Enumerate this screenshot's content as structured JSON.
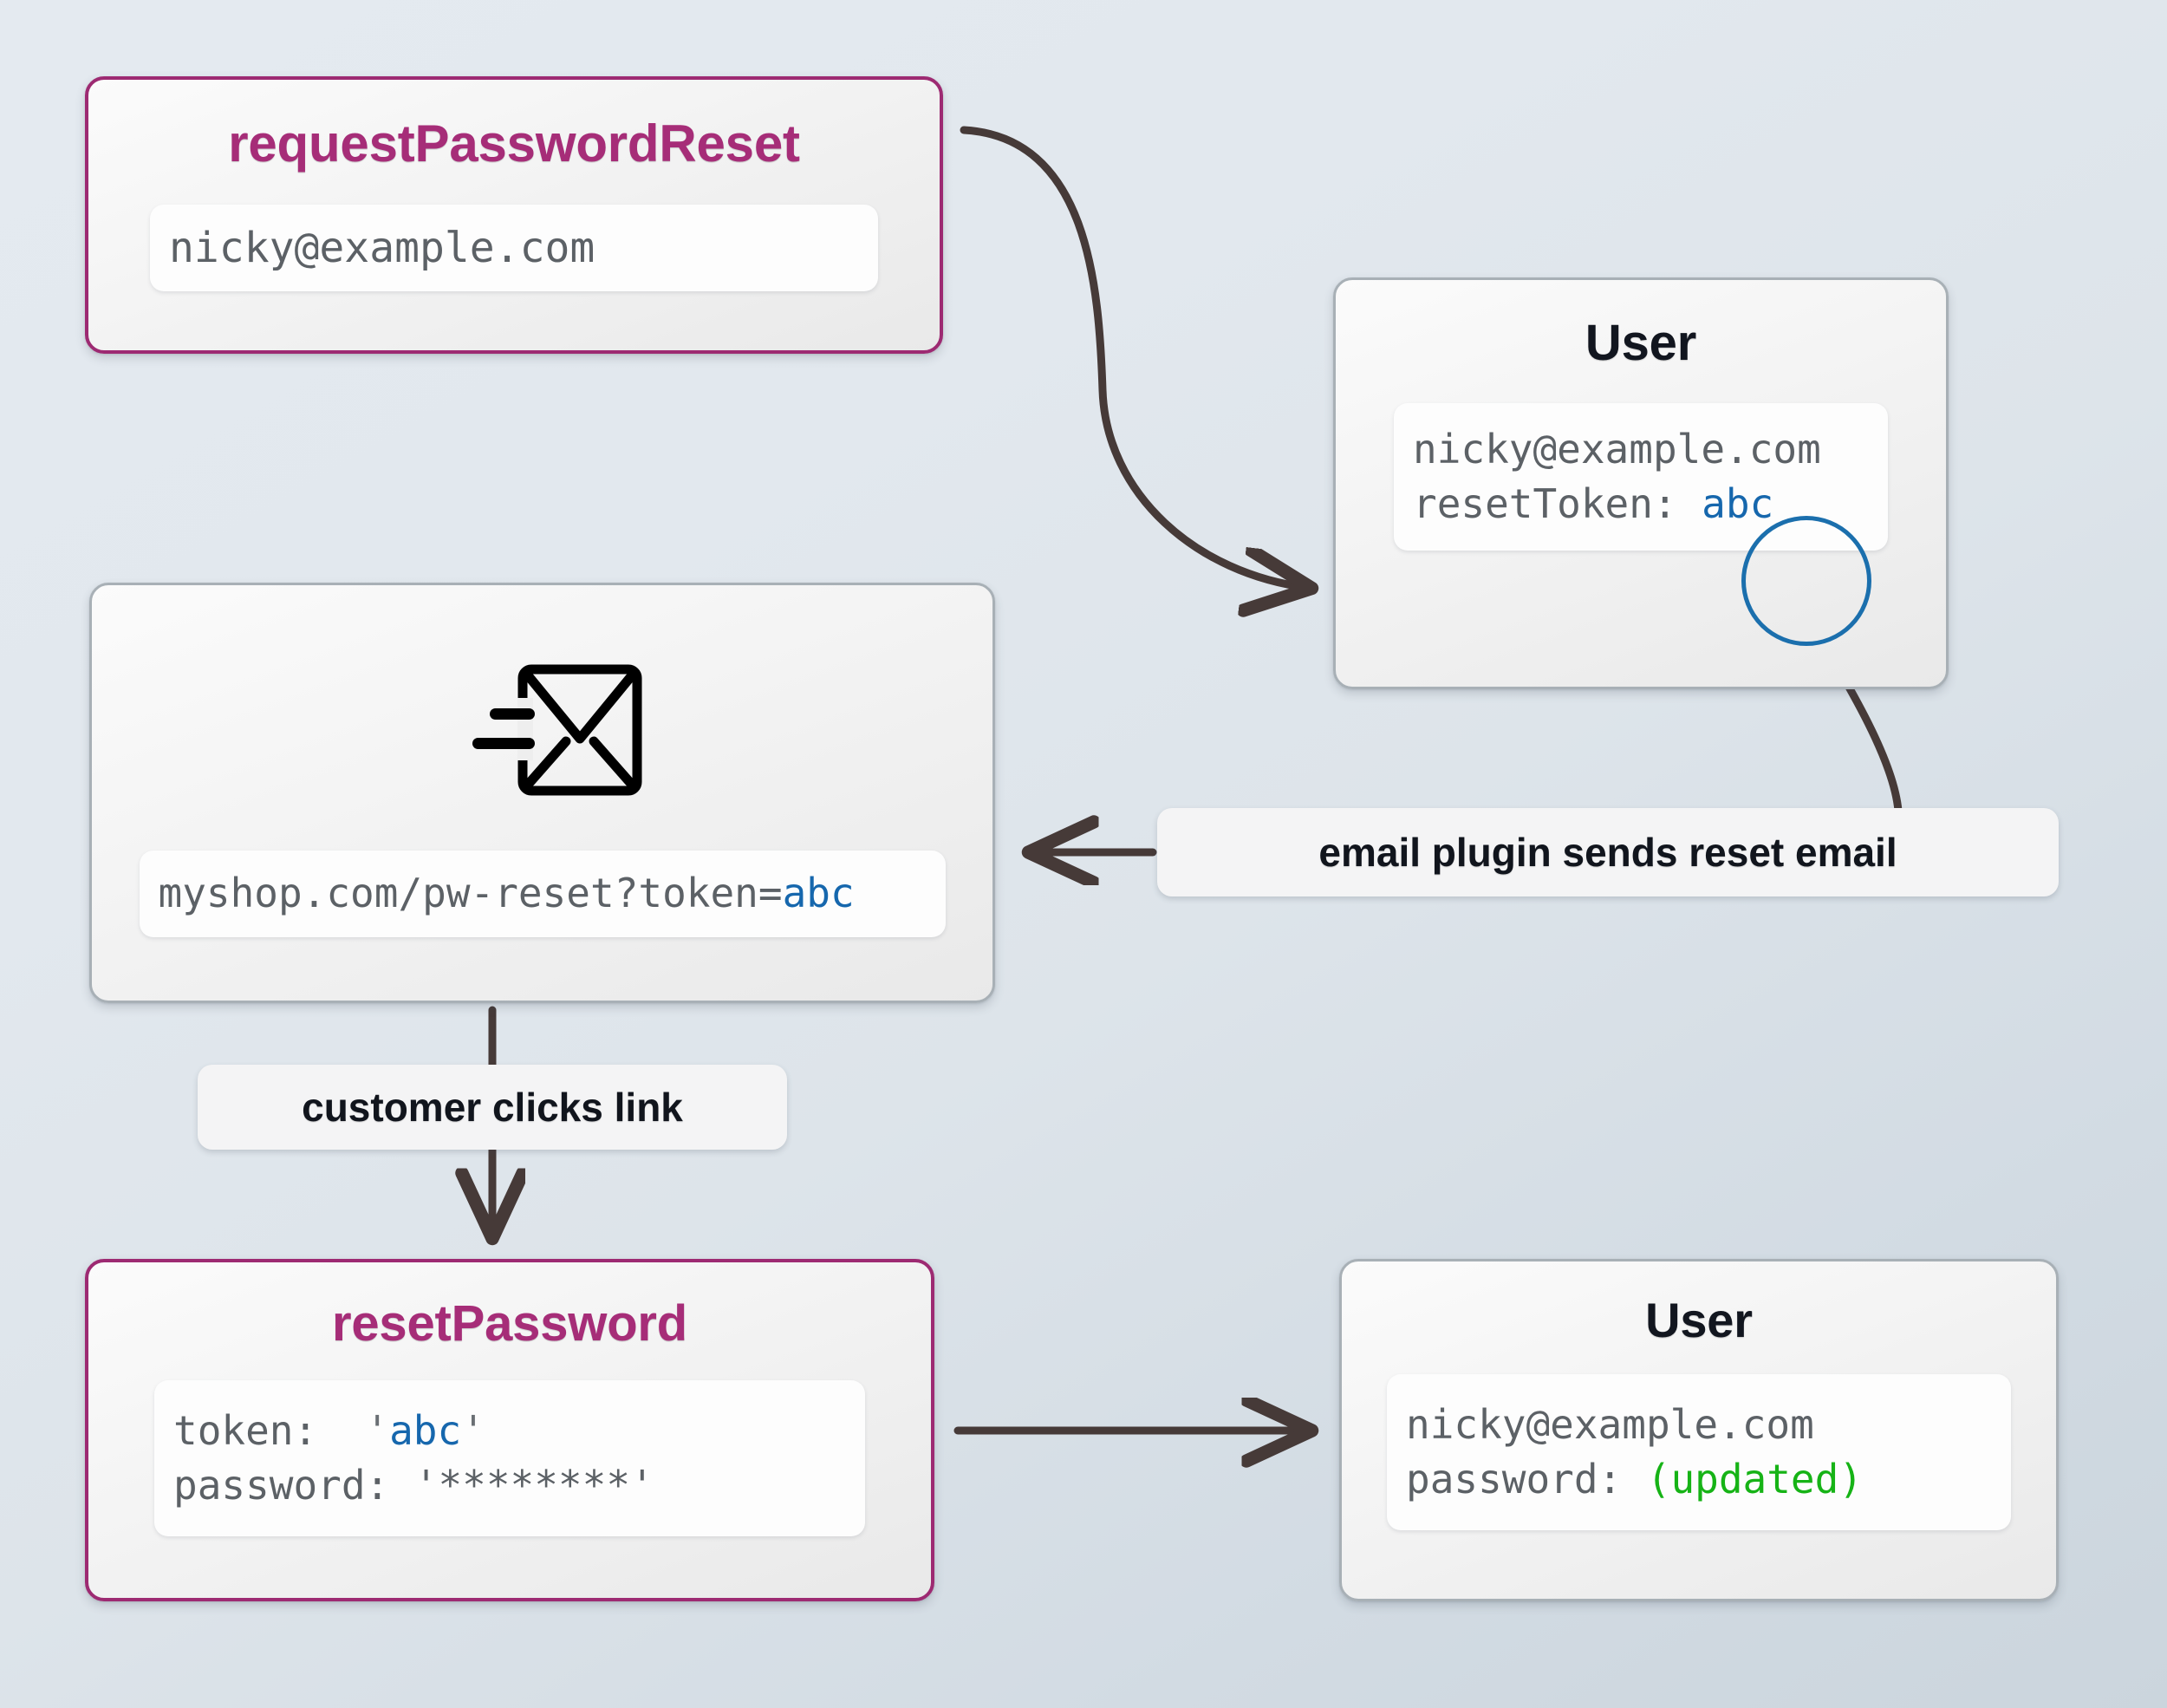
{
  "diagram": {
    "title": "password reset token flow",
    "background": {
      "from": "#e4eaf0",
      "to": "#cbd5dd"
    },
    "colors": {
      "accent_border": "#9d2a72",
      "accent_text": "#a62d78",
      "plain_border": "#a8b0b6",
      "arrow": "#463a38",
      "token_blue": "#1667ad",
      "updated_green": "#16b316",
      "code_gray": "#5c6166",
      "circle_highlight": "#1b6fad"
    }
  },
  "nodes": {
    "request_password_reset": {
      "title": "requestPasswordReset",
      "panel": {
        "email": "nicky@example.com"
      }
    },
    "user_top": {
      "title": "User",
      "panel": {
        "email": "nicky@example.com",
        "token_label": "resetToken:",
        "token_value": "abc"
      }
    },
    "email_message": {
      "icon": "send-email-icon",
      "panel": {
        "url_prefix": "myshop.com/pw-reset?token=",
        "url_token": "abc"
      }
    },
    "reset_password": {
      "title": "resetPassword",
      "panel": {
        "token_label": "token:",
        "token_quote_open": "'",
        "token_value": "abc",
        "token_quote_close": "'",
        "password_label": "password:",
        "password_value": "'********'"
      }
    },
    "user_bottom": {
      "title": "User",
      "panel": {
        "email": "nicky@example.com",
        "password_label": "password:",
        "password_value": "(updated)"
      }
    }
  },
  "edges": {
    "plugin_label": "email plugin sends reset email",
    "clicks_label": "customer clicks link"
  }
}
